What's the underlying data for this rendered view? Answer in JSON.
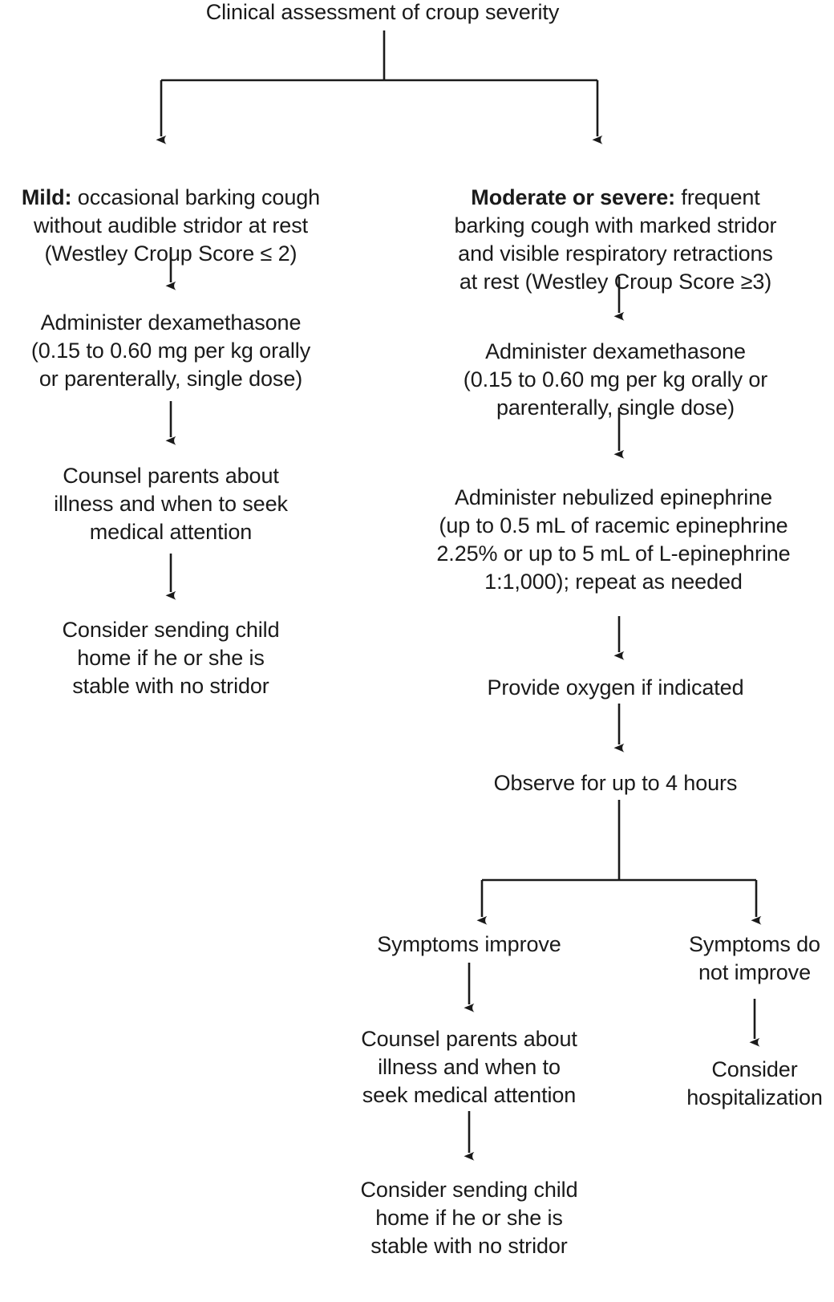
{
  "diagram": {
    "type": "clinical-algorithm-flowchart",
    "title": "Clinical assessment of croup severity",
    "colors": {
      "background": "#ffffff",
      "text": "#1a1a1a",
      "connector": "#1a1a1a"
    },
    "root": {
      "id": "root",
      "label": "Clinical assessment of croup severity"
    },
    "branches": {
      "left": {
        "id": "mild-branch",
        "steps": [
          {
            "id": "mild-criteria",
            "lead": "Mild:",
            "text": " occasional barking cough\nwithout audible stridor at rest\n(Westley Croup Score ≤ 2)"
          },
          {
            "id": "mild-dexamethasone",
            "text": "Administer dexamethasone\n(0.15 to 0.60 mg per kg orally\nor parenterally, single dose)"
          },
          {
            "id": "mild-counsel",
            "text": "Counsel parents about\nillness and when to seek\nmedical attention"
          },
          {
            "id": "mild-discharge",
            "text": "Consider sending child\nhome if he or she is\nstable with no stridor"
          }
        ]
      },
      "right": {
        "id": "moderate-severe-branch",
        "steps": [
          {
            "id": "moderate-severe-criteria",
            "lead": "Moderate or severe:",
            "text": " frequent\nbarking cough with marked stridor\nand visible respiratory retractions\nat rest (Westley Croup Score ≥3)"
          },
          {
            "id": "severe-dexamethasone",
            "text": "Administer dexamethasone\n(0.15 to 0.60 mg per kg orally or\nparenterally, single dose)"
          },
          {
            "id": "severe-epinephrine",
            "text": "Administer nebulized epinephrine\n(up to 0.5 mL of racemic epinephrine\n2.25% or up to 5 mL of L-epinephrine\n1:1,000); repeat as needed"
          },
          {
            "id": "severe-oxygen",
            "text": "Provide oxygen if indicated"
          },
          {
            "id": "severe-observe",
            "text": "Observe for up to 4 hours"
          }
        ],
        "outcomes": {
          "improve": {
            "id": "symptoms-improve",
            "label": "Symptoms improve",
            "steps": [
              {
                "id": "improve-counsel",
                "text": "Counsel parents about\nillness and when to\nseek medical attention"
              },
              {
                "id": "improve-discharge",
                "text": "Consider sending child\nhome if he or she is\nstable with no stridor"
              }
            ]
          },
          "not_improve": {
            "id": "symptoms-do-not-improve",
            "label": "Symptoms do\nnot improve",
            "steps": [
              {
                "id": "hospitalize",
                "text": "Consider\nhospitalization"
              }
            ]
          }
        }
      }
    }
  }
}
